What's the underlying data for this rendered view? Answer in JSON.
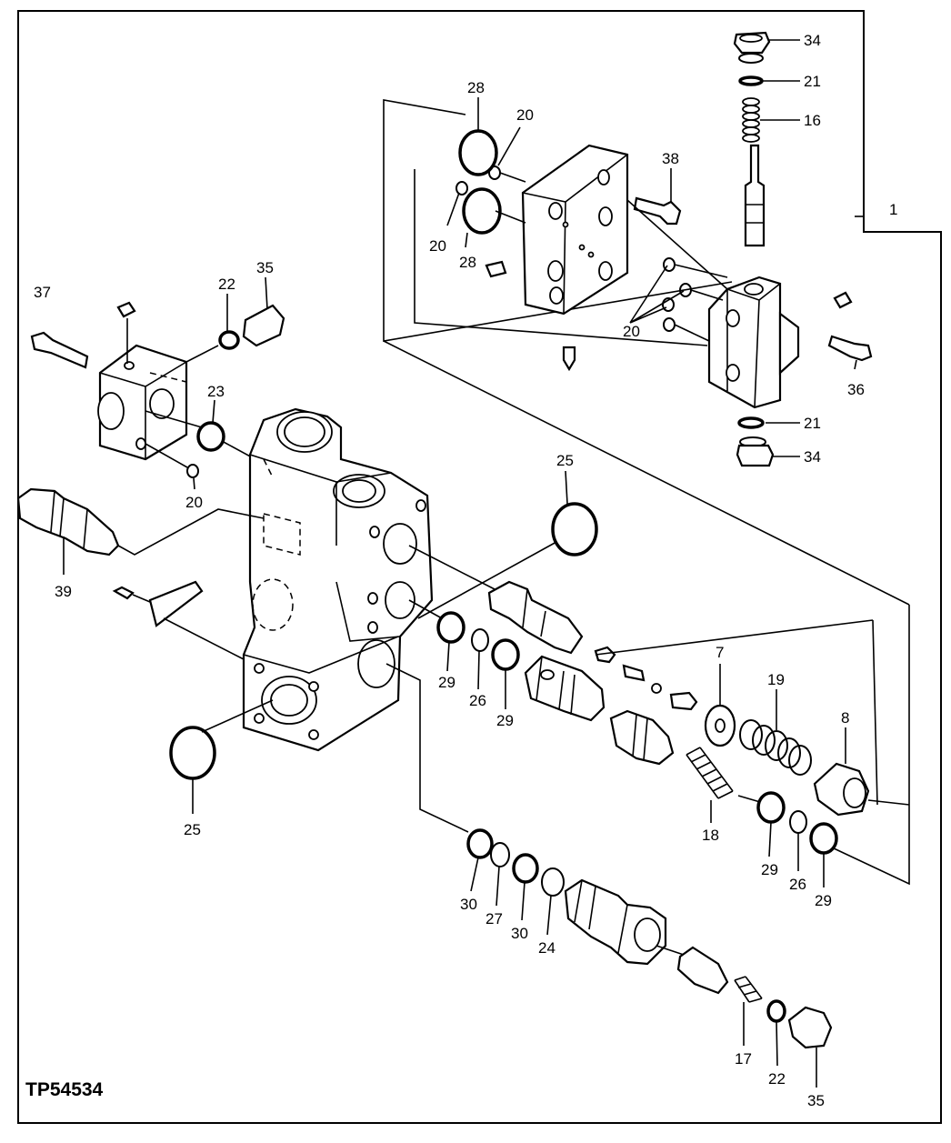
{
  "figure_id": "TP54534",
  "callouts": [
    {
      "id": "c34a",
      "text": "34"
    },
    {
      "id": "c21a",
      "text": "21"
    },
    {
      "id": "c16",
      "text": "16"
    },
    {
      "id": "c1",
      "text": "1"
    },
    {
      "id": "c28a",
      "text": "28"
    },
    {
      "id": "c20a",
      "text": "20"
    },
    {
      "id": "c38",
      "text": "38"
    },
    {
      "id": "c20b",
      "text": "20"
    },
    {
      "id": "c28b",
      "text": "28"
    },
    {
      "id": "c20c",
      "text": "20"
    },
    {
      "id": "c36",
      "text": "36"
    },
    {
      "id": "c21b",
      "text": "21"
    },
    {
      "id": "c34b",
      "text": "34"
    },
    {
      "id": "c37",
      "text": "37"
    },
    {
      "id": "c22a",
      "text": "22"
    },
    {
      "id": "c35a",
      "text": "35"
    },
    {
      "id": "c23",
      "text": "23"
    },
    {
      "id": "c20d",
      "text": "20"
    },
    {
      "id": "c39",
      "text": "39"
    },
    {
      "id": "c25a",
      "text": "25"
    },
    {
      "id": "c25b",
      "text": "25"
    },
    {
      "id": "c7",
      "text": "7"
    },
    {
      "id": "c19",
      "text": "19"
    },
    {
      "id": "c8",
      "text": "8"
    },
    {
      "id": "c29a",
      "text": "29"
    },
    {
      "id": "c26a",
      "text": "26"
    },
    {
      "id": "c29b",
      "text": "29"
    },
    {
      "id": "c18",
      "text": "18"
    },
    {
      "id": "c29c",
      "text": "29"
    },
    {
      "id": "c26b",
      "text": "26"
    },
    {
      "id": "c29d",
      "text": "29"
    },
    {
      "id": "c30a",
      "text": "30"
    },
    {
      "id": "c27",
      "text": "27"
    },
    {
      "id": "c30b",
      "text": "30"
    },
    {
      "id": "c24",
      "text": "24"
    },
    {
      "id": "c17",
      "text": "17"
    },
    {
      "id": "c22b",
      "text": "22"
    },
    {
      "id": "c35b",
      "text": "35"
    }
  ]
}
